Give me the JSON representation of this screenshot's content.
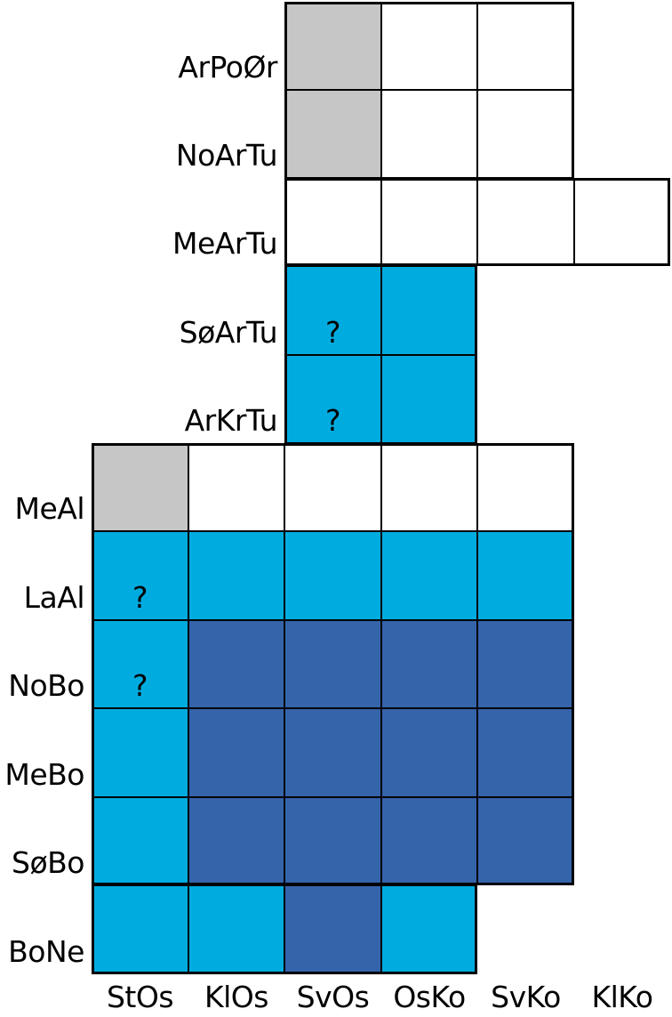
{
  "figure": {
    "background": "#ffffff",
    "line_color": "#000000",
    "colors": {
      "gray": "#c6c6c6",
      "white": "#ffffff",
      "cyan": "#00acdf",
      "blue": "#3564ab"
    },
    "question_mark": "?"
  },
  "chart_data": {
    "type": "heatmap",
    "columns": [
      "StOs",
      "KlOs",
      "SvOs",
      "OsKo",
      "SvKo",
      "KlKo"
    ],
    "rows": [
      {
        "label": "ArPoØr",
        "cells": [
          {
            "col": "SvOs",
            "state": "gray"
          },
          {
            "col": "OsKo",
            "state": "white"
          },
          {
            "col": "SvKo",
            "state": "white"
          }
        ]
      },
      {
        "label": "NoArTu",
        "cells": [
          {
            "col": "SvOs",
            "state": "gray"
          },
          {
            "col": "OsKo",
            "state": "white"
          },
          {
            "col": "SvKo",
            "state": "white"
          }
        ]
      },
      {
        "label": "MeArTu",
        "cells": [
          {
            "col": "SvOs",
            "state": "white"
          },
          {
            "col": "OsKo",
            "state": "white"
          },
          {
            "col": "SvKo",
            "state": "white"
          },
          {
            "col": "KlKo",
            "state": "white"
          }
        ]
      },
      {
        "label": "SøArTu",
        "cells": [
          {
            "col": "SvOs",
            "state": "cyan",
            "query": true
          },
          {
            "col": "OsKo",
            "state": "cyan"
          }
        ]
      },
      {
        "label": "ArKrTu",
        "cells": [
          {
            "col": "SvOs",
            "state": "cyan",
            "query": true
          },
          {
            "col": "OsKo",
            "state": "cyan"
          }
        ]
      },
      {
        "label": "MeAl",
        "cells": [
          {
            "col": "StOs",
            "state": "gray"
          },
          {
            "col": "KlOs",
            "state": "white"
          },
          {
            "col": "SvOs",
            "state": "white"
          },
          {
            "col": "OsKo",
            "state": "white"
          },
          {
            "col": "SvKo",
            "state": "white"
          }
        ]
      },
      {
        "label": "LaAl",
        "cells": [
          {
            "col": "StOs",
            "state": "cyan",
            "query": true
          },
          {
            "col": "KlOs",
            "state": "cyan"
          },
          {
            "col": "SvOs",
            "state": "cyan"
          },
          {
            "col": "OsKo",
            "state": "cyan"
          },
          {
            "col": "SvKo",
            "state": "cyan"
          }
        ]
      },
      {
        "label": "NoBo",
        "cells": [
          {
            "col": "StOs",
            "state": "cyan",
            "query": true
          },
          {
            "col": "KlOs",
            "state": "blue"
          },
          {
            "col": "SvOs",
            "state": "blue"
          },
          {
            "col": "OsKo",
            "state": "blue"
          },
          {
            "col": "SvKo",
            "state": "blue"
          }
        ]
      },
      {
        "label": "MeBo",
        "cells": [
          {
            "col": "StOs",
            "state": "cyan"
          },
          {
            "col": "KlOs",
            "state": "blue"
          },
          {
            "col": "SvOs",
            "state": "blue"
          },
          {
            "col": "OsKo",
            "state": "blue"
          },
          {
            "col": "SvKo",
            "state": "blue"
          }
        ]
      },
      {
        "label": "SøBo",
        "cells": [
          {
            "col": "StOs",
            "state": "cyan"
          },
          {
            "col": "KlOs",
            "state": "blue"
          },
          {
            "col": "SvOs",
            "state": "blue"
          },
          {
            "col": "OsKo",
            "state": "blue"
          },
          {
            "col": "SvKo",
            "state": "blue"
          }
        ]
      },
      {
        "label": "BoNe",
        "cells": [
          {
            "col": "StOs",
            "state": "cyan"
          },
          {
            "col": "KlOs",
            "state": "cyan"
          },
          {
            "col": "SvOs",
            "state": "blue"
          },
          {
            "col": "OsKo",
            "state": "cyan"
          }
        ]
      }
    ]
  }
}
